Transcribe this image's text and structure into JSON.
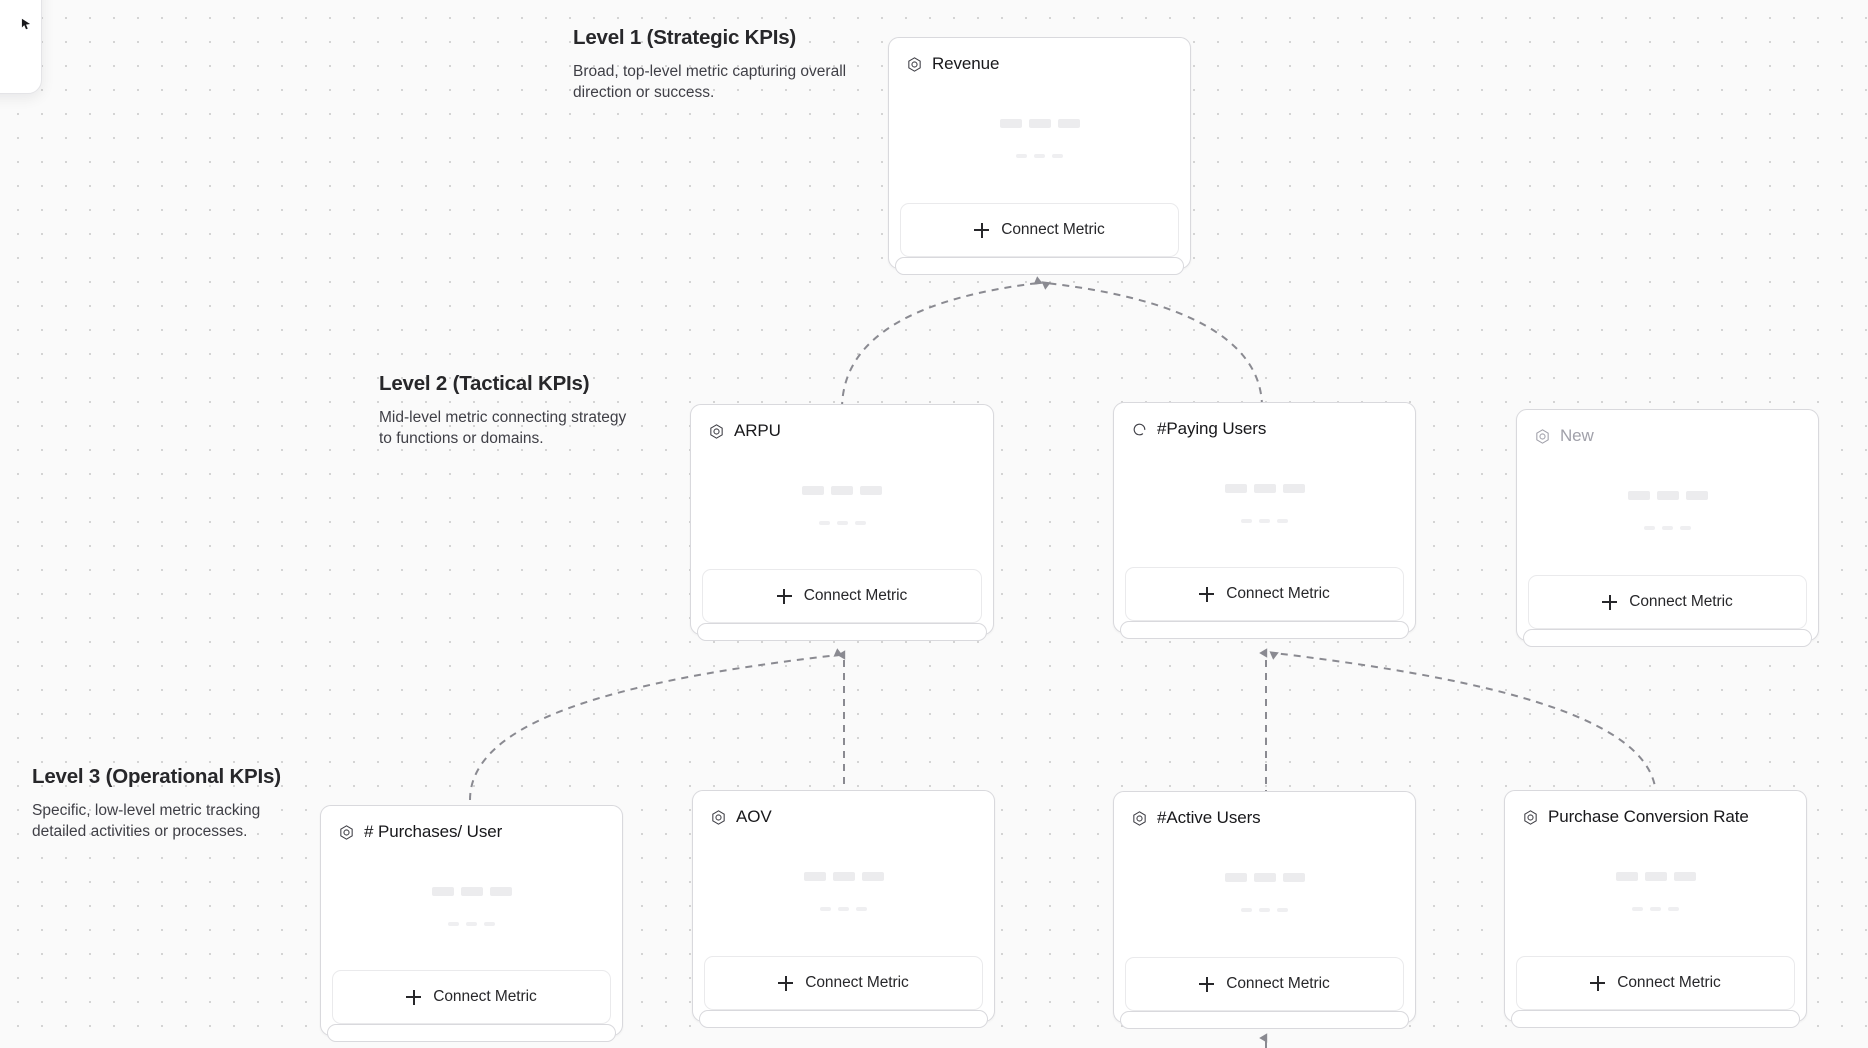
{
  "canvas": {
    "background_color": "#fafafa",
    "dot_color": "#d4d4d4"
  },
  "levels": [
    {
      "id": "level-1",
      "title": "Level 1 (Strategic KPIs)",
      "description": "Broad, top-level metric capturing overall direction or success."
    },
    {
      "id": "level-2",
      "title": "Level 2 (Tactical KPIs)",
      "description": "Mid-level metric connecting strategy to functions or domains."
    },
    {
      "id": "level-3",
      "title": "Level 3 (Operational KPIs)",
      "description": "Specific, low-level metric tracking detailed activities or processes."
    }
  ],
  "connect_button_label": "Connect Metric",
  "cards": [
    {
      "id": "revenue",
      "title": "Revenue",
      "icon": "hexagon-metric-icon",
      "state": "normal",
      "level": 1
    },
    {
      "id": "arpu",
      "title": "ARPU",
      "icon": "hexagon-metric-icon",
      "state": "normal",
      "level": 2
    },
    {
      "id": "paying-users",
      "title": "#Paying Users",
      "icon": "spinner-loading-icon",
      "state": "loading",
      "level": 2
    },
    {
      "id": "new",
      "title": "New",
      "icon": "hexagon-metric-icon",
      "state": "muted",
      "level": 2
    },
    {
      "id": "purchases-per-user",
      "title": "# Purchases/ User",
      "icon": "hexagon-metric-icon",
      "state": "normal",
      "level": 3
    },
    {
      "id": "aov",
      "title": "AOV",
      "icon": "hexagon-metric-icon",
      "state": "normal",
      "level": 3
    },
    {
      "id": "active-users",
      "title": "#Active Users",
      "icon": "hexagon-metric-icon",
      "state": "normal",
      "level": 3
    },
    {
      "id": "purchase-conversion-rate",
      "title": "Purchase Conversion Rate",
      "icon": "hexagon-metric-icon",
      "state": "normal",
      "level": 3
    }
  ],
  "edges": [
    {
      "from": "arpu",
      "to": "revenue"
    },
    {
      "from": "paying-users",
      "to": "revenue"
    },
    {
      "from": "purchases-per-user",
      "to": "arpu"
    },
    {
      "from": "aov",
      "to": "arpu"
    },
    {
      "from": "active-users",
      "to": "paying-users"
    },
    {
      "from": "purchase-conversion-rate",
      "to": "paying-users"
    }
  ],
  "edge_style": {
    "color": "#8a8a91",
    "dash": "7 6",
    "width": 2,
    "arrow": "triangle-up"
  }
}
